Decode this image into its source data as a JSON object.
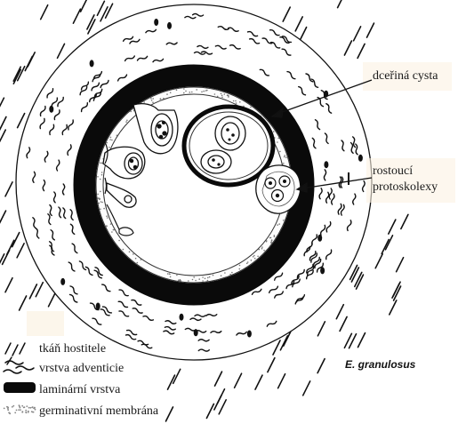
{
  "labels": {
    "daughter_cyst": "dceřiná cysta",
    "protoscolex_line1": "rostoucí",
    "protoscolex_line2": "protoskolexy"
  },
  "species": "E. granulosus",
  "legend": {
    "items": [
      {
        "symbol": "host-tissue-hatch",
        "text": "tkáň hostitele"
      },
      {
        "symbol": "adventitia-waves",
        "text": "vrstva adventicie"
      },
      {
        "symbol": "laminar-black-bar",
        "text": "laminární vrstva"
      },
      {
        "symbol": "germinal-dots",
        "text": "germinativní membrána"
      }
    ]
  },
  "colors": {
    "ink": "#111111",
    "paper": "#ffffff",
    "label_highlight": "#fbf2e2"
  }
}
